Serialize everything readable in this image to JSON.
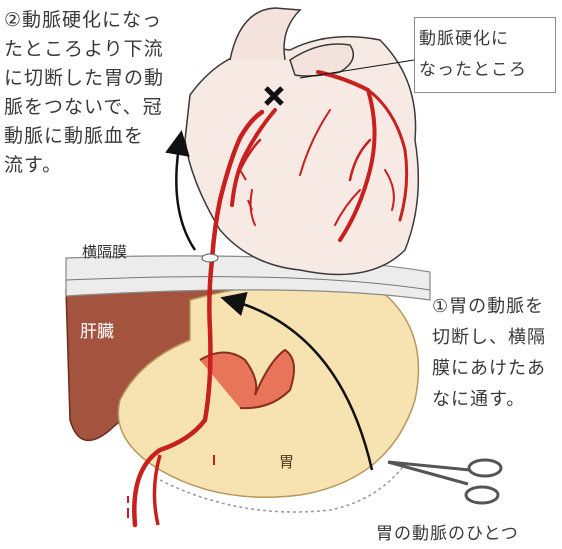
{
  "labels": {
    "step2": "②動脈硬化になっ\nたところより下流\nに切断した胃の動\n脈をつないで、冠\n動脈に動脈血を\n流す。",
    "hardened": "動脈硬化に\nなったところ",
    "diaphragm": "横隔膜",
    "liver": "肝臓",
    "stomach": "胃",
    "step1": "①胃の動脈を\n切断し、横隔\n膜にあけたあ\nなに通す。",
    "artery_one": "胃の動脈のひとつ"
  },
  "colors": {
    "artery": "#c8201e",
    "heart_fill": "#f7e9e4",
    "liver": "#a4533f",
    "stomach": "#f7e3b2",
    "diaphragm": "#ececec"
  }
}
